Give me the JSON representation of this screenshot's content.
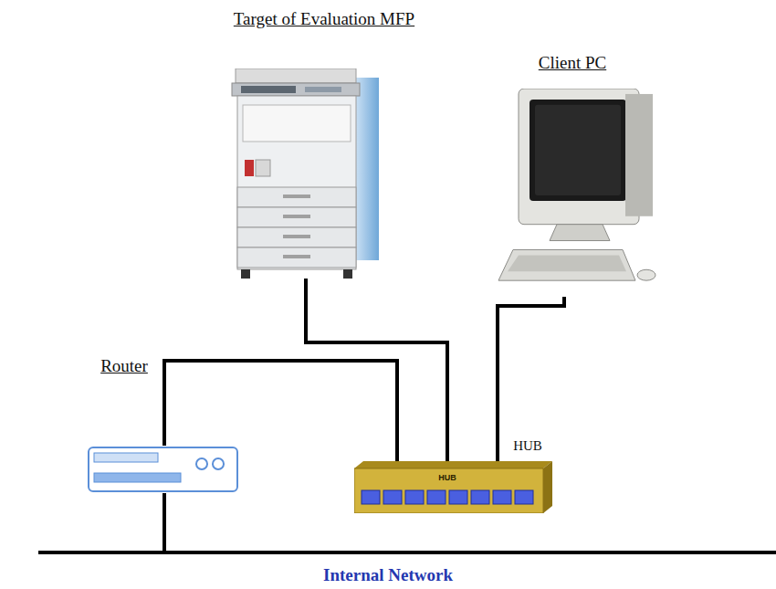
{
  "diagram": {
    "nodes": [
      {
        "text": [
          "Target of Evaluation MFP"
        ]
      },
      {
        "text": [
          "Client PC"
        ]
      },
      {
        "text": [
          "Router"
        ]
      },
      {
        "text": [
          "HUB"
        ]
      }
    ],
    "edges": [
      {
        "from": 0,
        "to": 3,
        "arrow": "none"
      },
      {
        "from": 1,
        "to": 3,
        "arrow": "none"
      },
      {
        "from": 2,
        "to": 3,
        "arrow": "none"
      }
    ],
    "labels": [
      "HUB",
      "Internal Network"
    ]
  }
}
